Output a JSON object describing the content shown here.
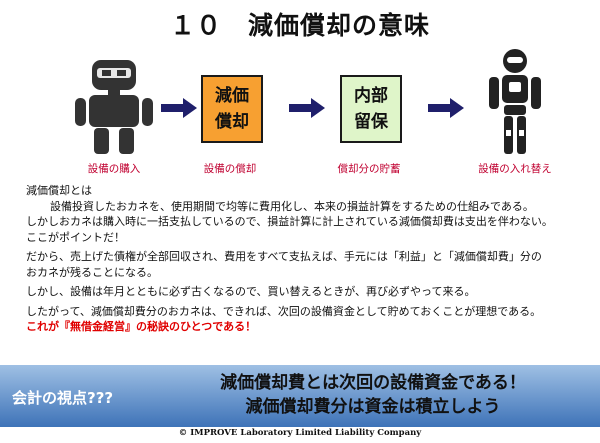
{
  "title": "１０　減価償却の意味",
  "steps": {
    "box1": {
      "line1": "減価",
      "line2": "償却"
    },
    "box2": {
      "line1": "内部",
      "line2": "留保"
    },
    "labels": [
      "設備の購入",
      "設備の償却",
      "償却分の貯蓄",
      "設備の入れ替え"
    ]
  },
  "body": {
    "heading": "減価償却とは",
    "definition": "設備投資したおカネを、使用期間で均等に費用化し、本来の損益計算をするための仕組みである。",
    "line1": "しかしおカネは購入時に一括支払しているので、損益計算に計上されている減価償却費は支出を伴わない。",
    "point": "ここがポイントだ！",
    "line2": "だから、売上げた債権が全部回収され、費用をすべて支払えば、手元には「利益」と「減価償却費」分の",
    "line3": "おカネが残ることになる。",
    "line4": "しかし、設備は年月とともに必ず古くなるので、買い替えるときが、再び必ずやって来る。",
    "line5": "したがって、減価償却費分のおカネは、できれば、次回の設備資金として貯めておくことが理想である。",
    "conclusion": "これが『無借金経営』の秘訣のひとつである！"
  },
  "footer": {
    "label": "会計の視点???",
    "message1": "減価償却費とは次回の設備資金である！",
    "message2": "減価償却費分は資金は積立しよう"
  },
  "copyright": "© IMPROVE Laboratory Limited Liability Company",
  "colors": {
    "orange_box": "#f7a031",
    "green_box": "#dff5c9",
    "step_label": "#c00030",
    "band": "#3e73b8",
    "arrow": "#1f1f6b"
  }
}
